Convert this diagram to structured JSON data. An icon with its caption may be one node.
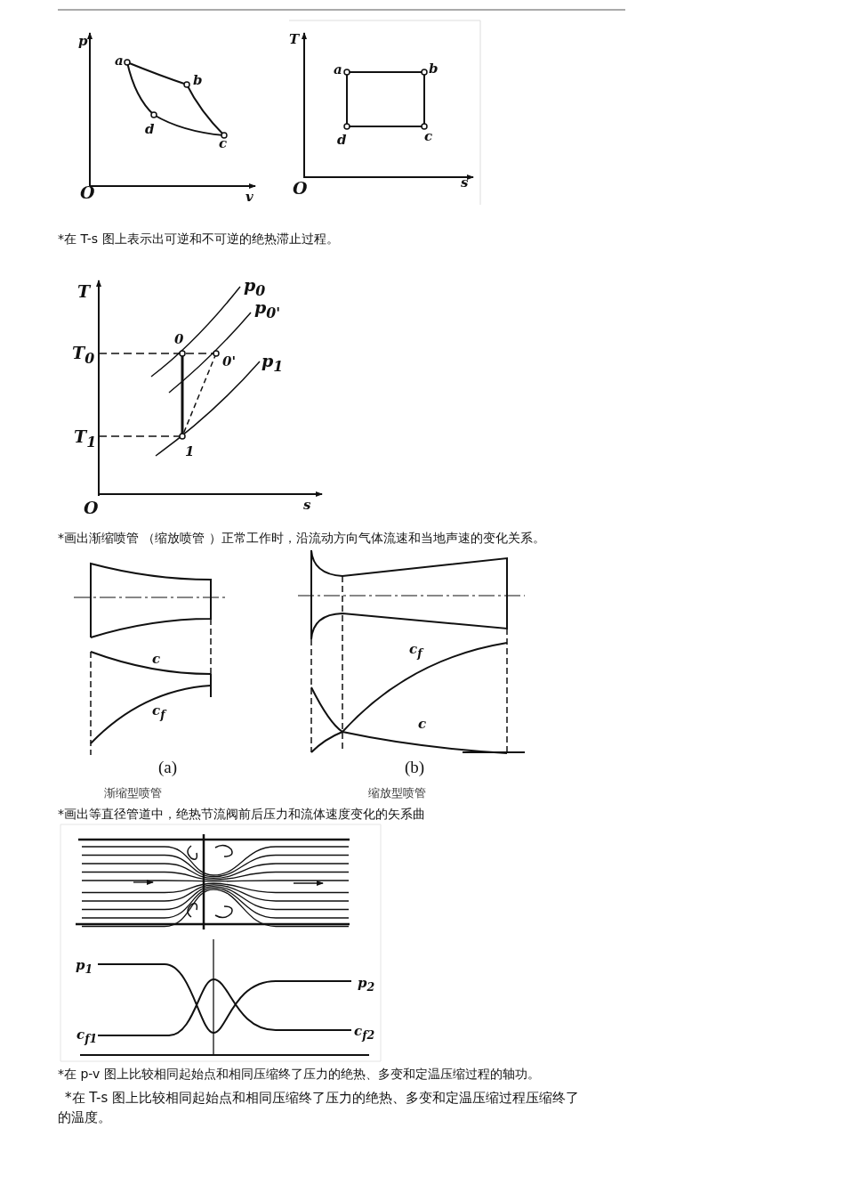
{
  "diagram": {
    "labels": [
      "p",
      "a",
      "b",
      "d",
      "c",
      "O",
      "v",
      "T",
      "a",
      "b",
      "d",
      "c",
      "O",
      "s",
      "*在 T-s 图上表示出可逆和不可逆的绝热滞止过程。",
      "T",
      "p$_{0}$",
      "p$_{0'}$",
      "0",
      "T$_{0}$",
      "0'",
      "p$_{1}$",
      "T$_{1}$",
      "1",
      "O",
      "s",
      "*画出渐缩喷管 （缩放喷管 ）正常工作时，沿流动方向气体流速和当地声速的变化关系。",
      "c",
      "c$_{f}$",
      "(a)",
      "c$_{f}$",
      "c",
      "(b)",
      "渐缩型喷管",
      "缩放型喷管",
      "*画出等直径管道中，绝热节流阀前后压力和流体速度变化的矢系曲",
      "p$_{1}$",
      "p$_{2}$",
      "c$_{f1}$",
      "c$_{f2}$",
      "*在 p-v 图上比较相同起始点和相同压缩终了压力的绝热、多变和定温压缩过程的轴功。",
      "*在 T-s 图上比较相同起始点和相同压缩终了压力的绝热、多变和定温压缩过程压缩终了的温度。"
    ]
  }
}
